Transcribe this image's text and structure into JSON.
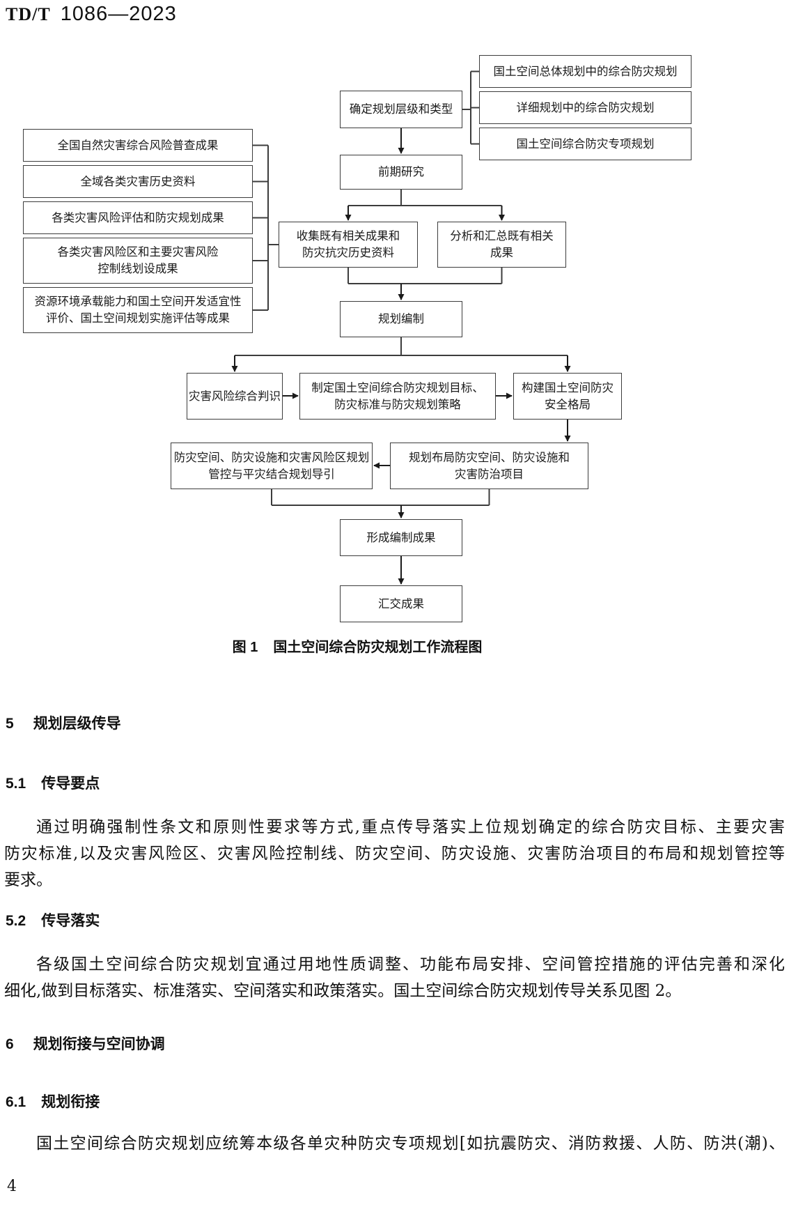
{
  "header": {
    "code_prefix": "TD/T",
    "code_number": "1086—2023"
  },
  "figure": {
    "caption_prefix": "图 1",
    "caption_title": "国土空间综合防灾规划工作流程图",
    "boxes": {
      "determine_level_type": "确定规划层级和类型",
      "overall_planning": "国土空间总体规划中的综合防灾规划",
      "detailed_planning": "详细规划中的综合防灾规划",
      "special_planning": "国土空间综合防灾专项规划",
      "national_survey": "全国自然灾害综合风险普查成果",
      "historical_data": "全域各类灾害历史资料",
      "risk_assessment": "各类灾害风险评估和防灾规划成果",
      "risk_zones": "各类灾害风险区和主要灾害风险\n控制线划设成果",
      "carrying_capacity": "资源环境承载能力和国土空间开发适宜性\n评价、国土空间规划实施评估等成果",
      "preliminary_research": "前期研究",
      "collect_results": "收集既有相关成果和\n防灾抗灾历史资料",
      "analyze_results": "分析和汇总既有相关\n成果",
      "plan_compilation": "规划编制",
      "risk_identification": "灾害风险综合判识",
      "set_goals": "制定国土空间综合防灾规划目标、\n防灾标准与防灾规划策略",
      "security_pattern": "构建国土空间防灾\n安全格局",
      "layout_planning": "规划布局防灾空间、防灾设施和\n灾害防治项目",
      "control_guidance": "防灾空间、防灾设施和灾害风险区规划\n管控与平灾结合规划导引",
      "form_results": "形成编制成果",
      "submit_results": "汇交成果"
    }
  },
  "sections": {
    "s5": {
      "num": "5",
      "title": "规划层级传导"
    },
    "s5_1": {
      "num": "5.1",
      "title": "传导要点",
      "lines": [
        "通过明确强制性条文和原则性要求等方式,重点传导落实上位规划确定的综合防灾目标、主要灾害",
        "防灾标准,以及灾害风险区、灾害风险控制线、防灾空间、防灾设施、灾害防治项目的布局和规划管控等",
        "要求。"
      ]
    },
    "s5_2": {
      "num": "5.2",
      "title": "传导落实",
      "lines": [
        "各级国土空间综合防灾规划宜通过用地性质调整、功能布局安排、空间管控措施的评估完善和深化",
        "细化,做到目标落实、标准落实、空间落实和政策落实。国土空间综合防灾规划传导关系见图 2。"
      ]
    },
    "s6": {
      "num": "6",
      "title": "规划衔接与空间协调"
    },
    "s6_1": {
      "num": "6.1",
      "title": "规划衔接",
      "lines": [
        "国土空间综合防灾规划应统筹本级各单灾种防灾专项规划[如抗震防灾、消防救援、人防、防洪(潮)、"
      ]
    }
  },
  "page_number": "4"
}
